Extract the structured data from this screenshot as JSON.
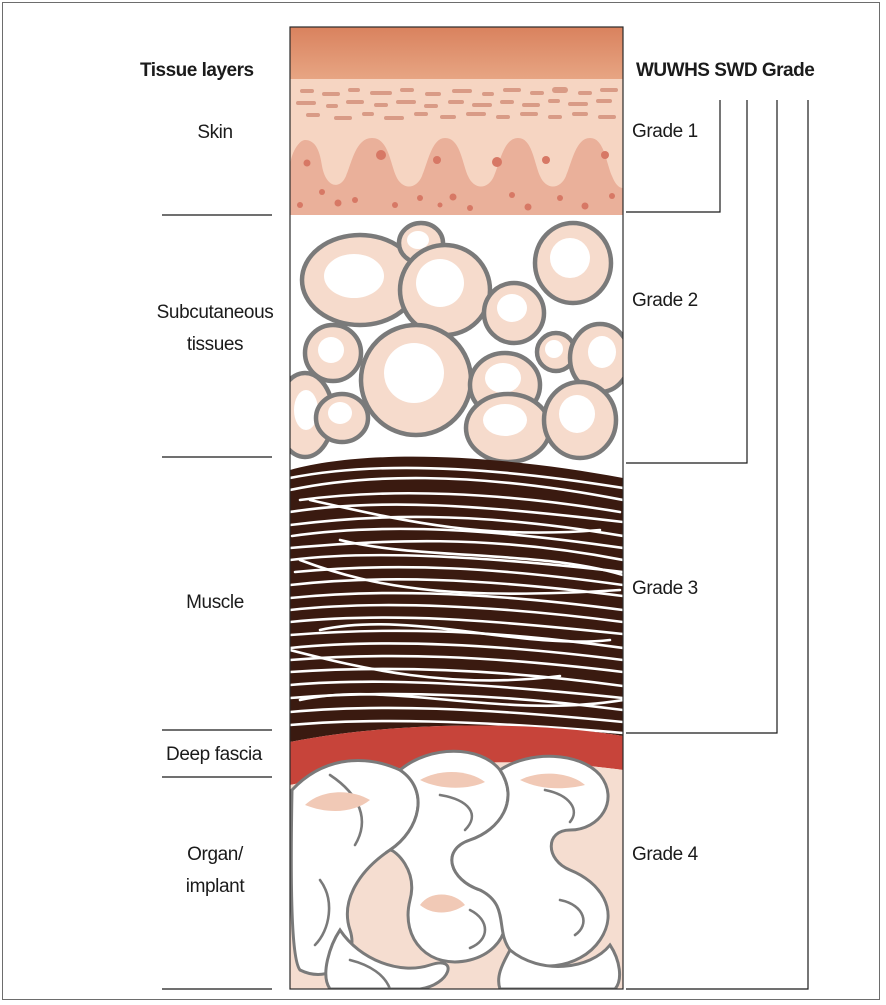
{
  "headers": {
    "left": "Tissue layers",
    "right": "WUWHS SWD Grade"
  },
  "tissue_layers": [
    {
      "label": "Skin"
    },
    {
      "label": "Subcutaneous\ntissues"
    },
    {
      "label": "Muscle"
    },
    {
      "label": "Deep fascia"
    },
    {
      "label": "Organ/\nimplant"
    }
  ],
  "grades": [
    {
      "label": "Grade 1"
    },
    {
      "label": "Grade 2"
    },
    {
      "label": "Grade 3"
    },
    {
      "label": "Grade 4"
    }
  ],
  "colors": {
    "skin_top": "#d9825e",
    "skin_body": "#f3c9b1",
    "dermal_papillae": "#e9a689",
    "fat_cell_fill": "#f5dccd",
    "fat_cell_outline": "#7d7d7d",
    "muscle": "#3a1a10",
    "muscle_fibers": "#ffffff",
    "fascia": "#c7443a",
    "organ_fill": "#f5ddd0",
    "organ_outline": "#7d7d7d"
  }
}
